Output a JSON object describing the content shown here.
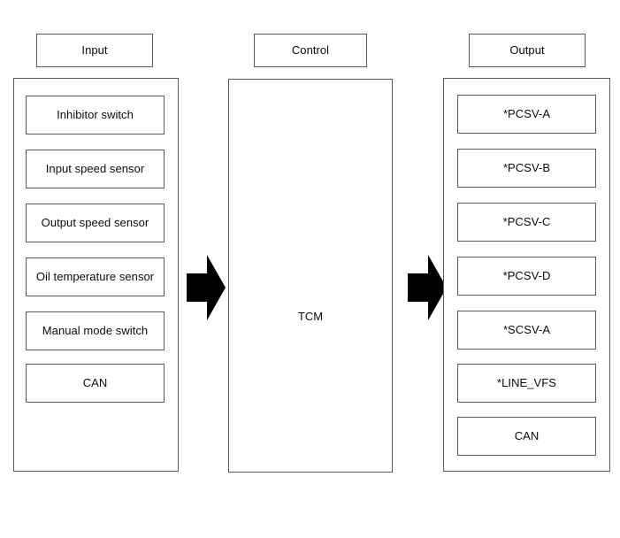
{
  "diagram": {
    "background_color": "#ffffff",
    "border_color": "#545b5b",
    "text_color": "#0b0b0b",
    "arrow_color": "#000000",
    "columns": [
      {
        "id": "input",
        "header": "Input",
        "items": [
          "Inhibitor switch",
          "Input speed sensor",
          "Output speed sensor",
          "Oil temperature sensor",
          "Manual mode switch",
          "CAN"
        ]
      },
      {
        "id": "control",
        "header": "Control",
        "center_label": "TCM",
        "items": []
      },
      {
        "id": "output",
        "header": "Output",
        "items": [
          "*PCSV-A",
          "*PCSV-B",
          "*PCSV-C",
          "*PCSV-D",
          "*SCSV-A",
          "*LINE_VFS",
          "CAN"
        ]
      }
    ],
    "arrows": [
      {
        "id": "input-to-control",
        "direction": "right"
      },
      {
        "id": "control-to-output",
        "direction": "right"
      }
    ]
  }
}
